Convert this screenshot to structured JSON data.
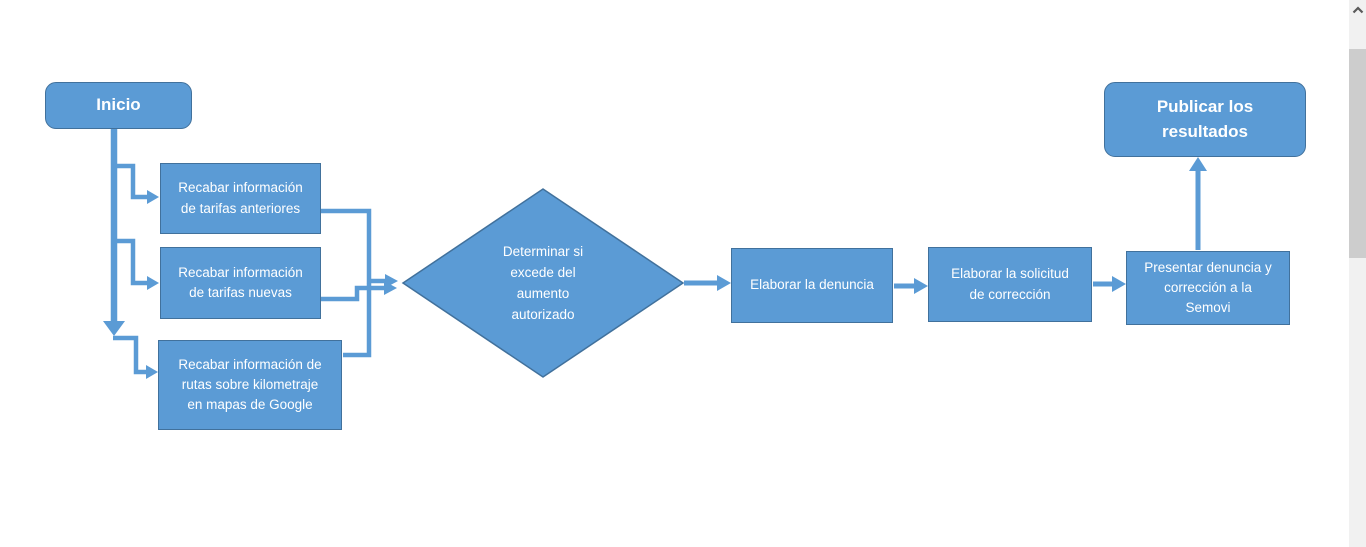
{
  "colors": {
    "shape_fill": "#5B9BD5",
    "shape_border": "#41719C",
    "connector": "#5B9BD5",
    "text": "#FFFFFF",
    "scrollbar_track": "#F1F1F1",
    "scrollbar_thumb": "#CDCDCD",
    "scrollbar_arrow": "#5A5A5A"
  },
  "diagram": {
    "nodes": {
      "inicio": {
        "label": "Inicio",
        "shape": "rounded-rectangle"
      },
      "anteriores": {
        "label": "Recabar información\nde tarifas anteriores",
        "shape": "rectangle"
      },
      "nuevas": {
        "label": "Recabar información\nde tarifas nuevas",
        "shape": "rectangle"
      },
      "rutas": {
        "label": "Recabar información de\nrutas sobre kilometraje\nen mapas de Google",
        "shape": "rectangle"
      },
      "determinar": {
        "label": "Determinar si\nexcede del\naumento\nautorizado",
        "shape": "diamond"
      },
      "denuncia": {
        "label": "Elaborar la denuncia",
        "shape": "rectangle"
      },
      "solicitud": {
        "label": "Elaborar la solicitud\nde corrección",
        "shape": "rectangle"
      },
      "presentar": {
        "label": "Presentar denuncia y\ncorrección a la\nSemovi",
        "shape": "rectangle"
      },
      "publicar": {
        "label": "Publicar los\nresultados",
        "shape": "rounded-rectangle"
      }
    },
    "edges": [
      "inicio -> anteriores",
      "inicio -> nuevas",
      "inicio -> rutas",
      "anteriores -> determinar",
      "nuevas -> determinar",
      "rutas -> determinar",
      "determinar -> denuncia",
      "denuncia -> solicitud",
      "solicitud -> presentar",
      "presentar -> publicar"
    ]
  },
  "scrollbar": {
    "orientation": "vertical",
    "up_arrow": "chevron-up"
  }
}
